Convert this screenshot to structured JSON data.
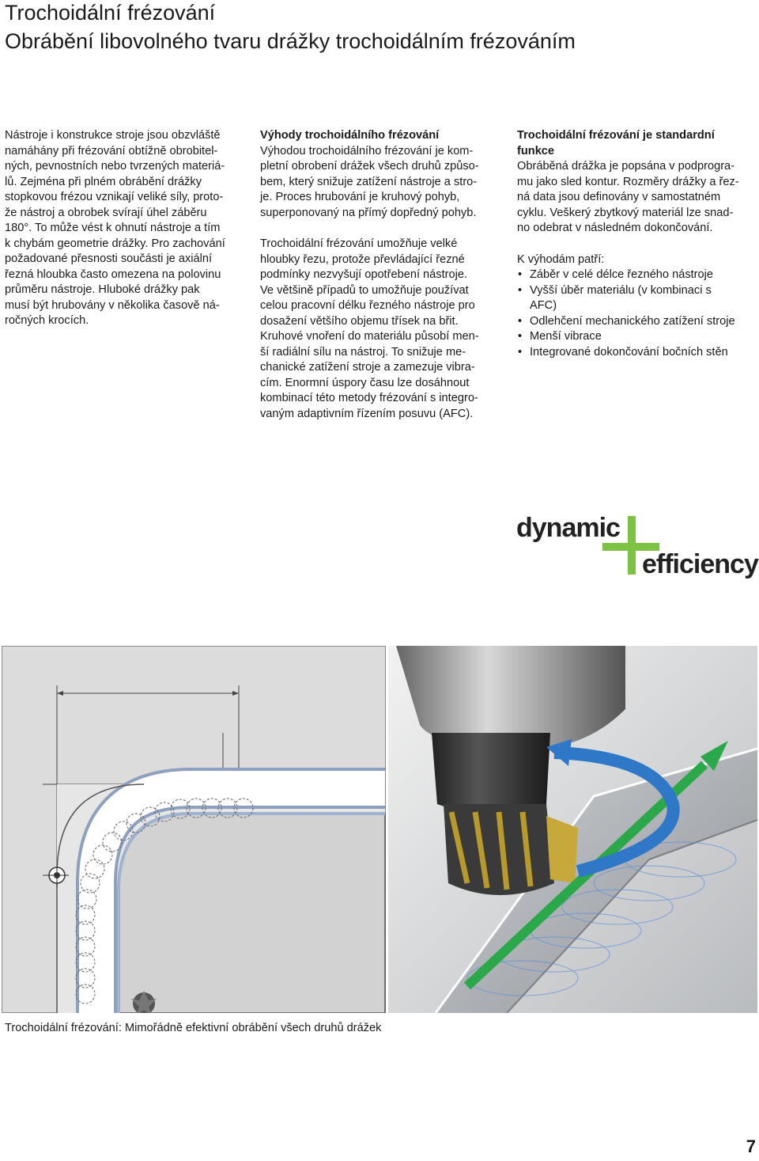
{
  "header": {
    "title": "Trochoidální frézování",
    "subtitle": "Obrábění libovolného tvaru drážky trochoidálním frézováním"
  },
  "column1": {
    "text": "Nástroje i konstrukce stroje jsou obzvláště\nnamáhány při frézování obtížně obrobitel-\nných, pevnostních nebo tvrzených materiá-\nlů. Zejména při plném obrábění drážky\nstopkovou frézou vznikají veliké síly, proto-\nže nástroj a obrobek svírají úhel záběru\n180°. To může vést k ohnutí nástroje a tím\nk chybám geometrie drážky. Pro zachování\npožadované přesnosti součásti je axiální\nřezná hloubka často omezena na polovinu\nprůměru nástroje. Hluboké drážky pak\nmusí být hrubovány v několika časově ná-\nročných krocích."
  },
  "column2": {
    "heading": "Výhody trochoidálního frézování",
    "para1": "Výhodou trochoidálního frézování je kom-\npletní obrobení drážek všech druhů způso-\nbem, který snižuje zatížení nástroje a stro-\nje. Proces hrubování je kruhový pohyb,\nsuperponovaný na přímý dopředný pohyb.",
    "para2": "Trochoidální frézování umožňuje velké\nhloubky řezu, protože převládající řezné\npodmínky nezvyšují opotřebení nástroje.\nVe většině případů to umožňuje používat\ncelou pracovní délku řezného nástroje pro\ndosažení většího objemu třísek na břit.\nKruhové vnoření do materiálu působí men-\nší radiální sílu na nástroj. To snižuje me-\nchanické zatížení stroje a zamezuje vibra-\ncím. Enormní úspory času lze dosáhnout\nkombinací této metody frézování s integro-\nvaným adaptivním řízením posuvu (AFC)."
  },
  "column3": {
    "heading": "Trochoidální frézování je standardní\nfunkce",
    "para1": "Obráběná drážka je popsána v podprogra-\nmu jako sled kontur. Rozměry drážky a řez-\nná data jsou definovány v samostatném\ncyklu. Veškerý zbytkový materiál lze snad-\nno odebrat v následném dokončování.",
    "list_intro": "K výhodám patří:",
    "items": [
      "Záběr v celé délce řezného nástroje",
      "Vyšší úběr materiálu (v kombinaci s\nAFC)",
      "Odlehčení mechanického zatížení stroje",
      "Menší vibrace",
      "Integrované dokončování bočních stěn"
    ]
  },
  "logo": {
    "word1": "dynamic",
    "word2": "efficiency",
    "accent_color": "#7dc242"
  },
  "figure": {
    "caption": "Trochoidální frézování: Mimořádně efektivní obrábění všech druhů drážek"
  },
  "page_number": "7"
}
